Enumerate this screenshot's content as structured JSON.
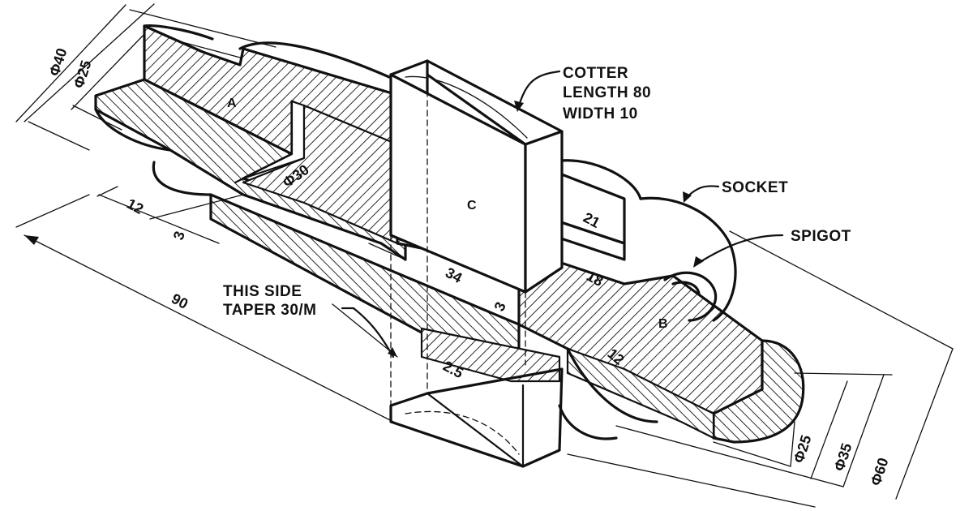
{
  "drawing": {
    "callouts": {
      "cotter": [
        "COTTER",
        "LENGTH 80",
        "WIDTH 10"
      ],
      "socket": "SOCKET",
      "spigot": "SPIGOT",
      "taper": [
        "THIS SIDE",
        "TAPER 30/M"
      ]
    },
    "parts": {
      "a": "A",
      "b": "B",
      "c": "C"
    },
    "dimensions": {
      "phi40": "Φ40",
      "phi25_left": "Φ25",
      "phi30": "Φ30",
      "d12_left": "12",
      "d3_left": "3",
      "d90": "90",
      "d21": "21",
      "d18": "18",
      "d34": "34",
      "d3_mid": "3",
      "d25": "2.5",
      "d12_right": "12",
      "phi25_right": "Φ25",
      "phi35": "Φ35",
      "phi60": "Φ60"
    }
  }
}
